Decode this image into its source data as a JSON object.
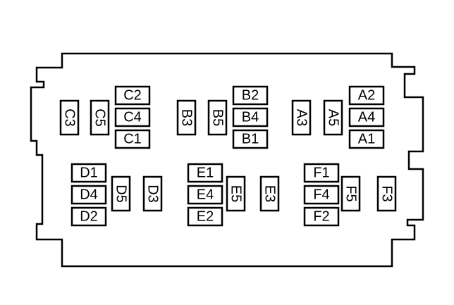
{
  "colors": {
    "stroke": "#000000",
    "background": "#ffffff"
  },
  "block": {
    "fuses": {
      "A1": "A1",
      "A2": "A2",
      "A3": "A3",
      "A4": "A4",
      "A5": "A5",
      "B1": "B1",
      "B2": "B2",
      "B3": "B3",
      "B4": "B4",
      "B5": "B5",
      "C1": "C1",
      "C2": "C2",
      "C3": "C3",
      "C4": "C4",
      "C5": "C5",
      "D1": "D1",
      "D2": "D2",
      "D3": "D3",
      "D4": "D4",
      "D5": "D5",
      "E1": "E1",
      "E2": "E2",
      "E3": "E3",
      "E4": "E4",
      "E5": "E5",
      "F1": "F1",
      "F2": "F2",
      "F3": "F3",
      "F4": "F4",
      "F5": "F5"
    }
  }
}
